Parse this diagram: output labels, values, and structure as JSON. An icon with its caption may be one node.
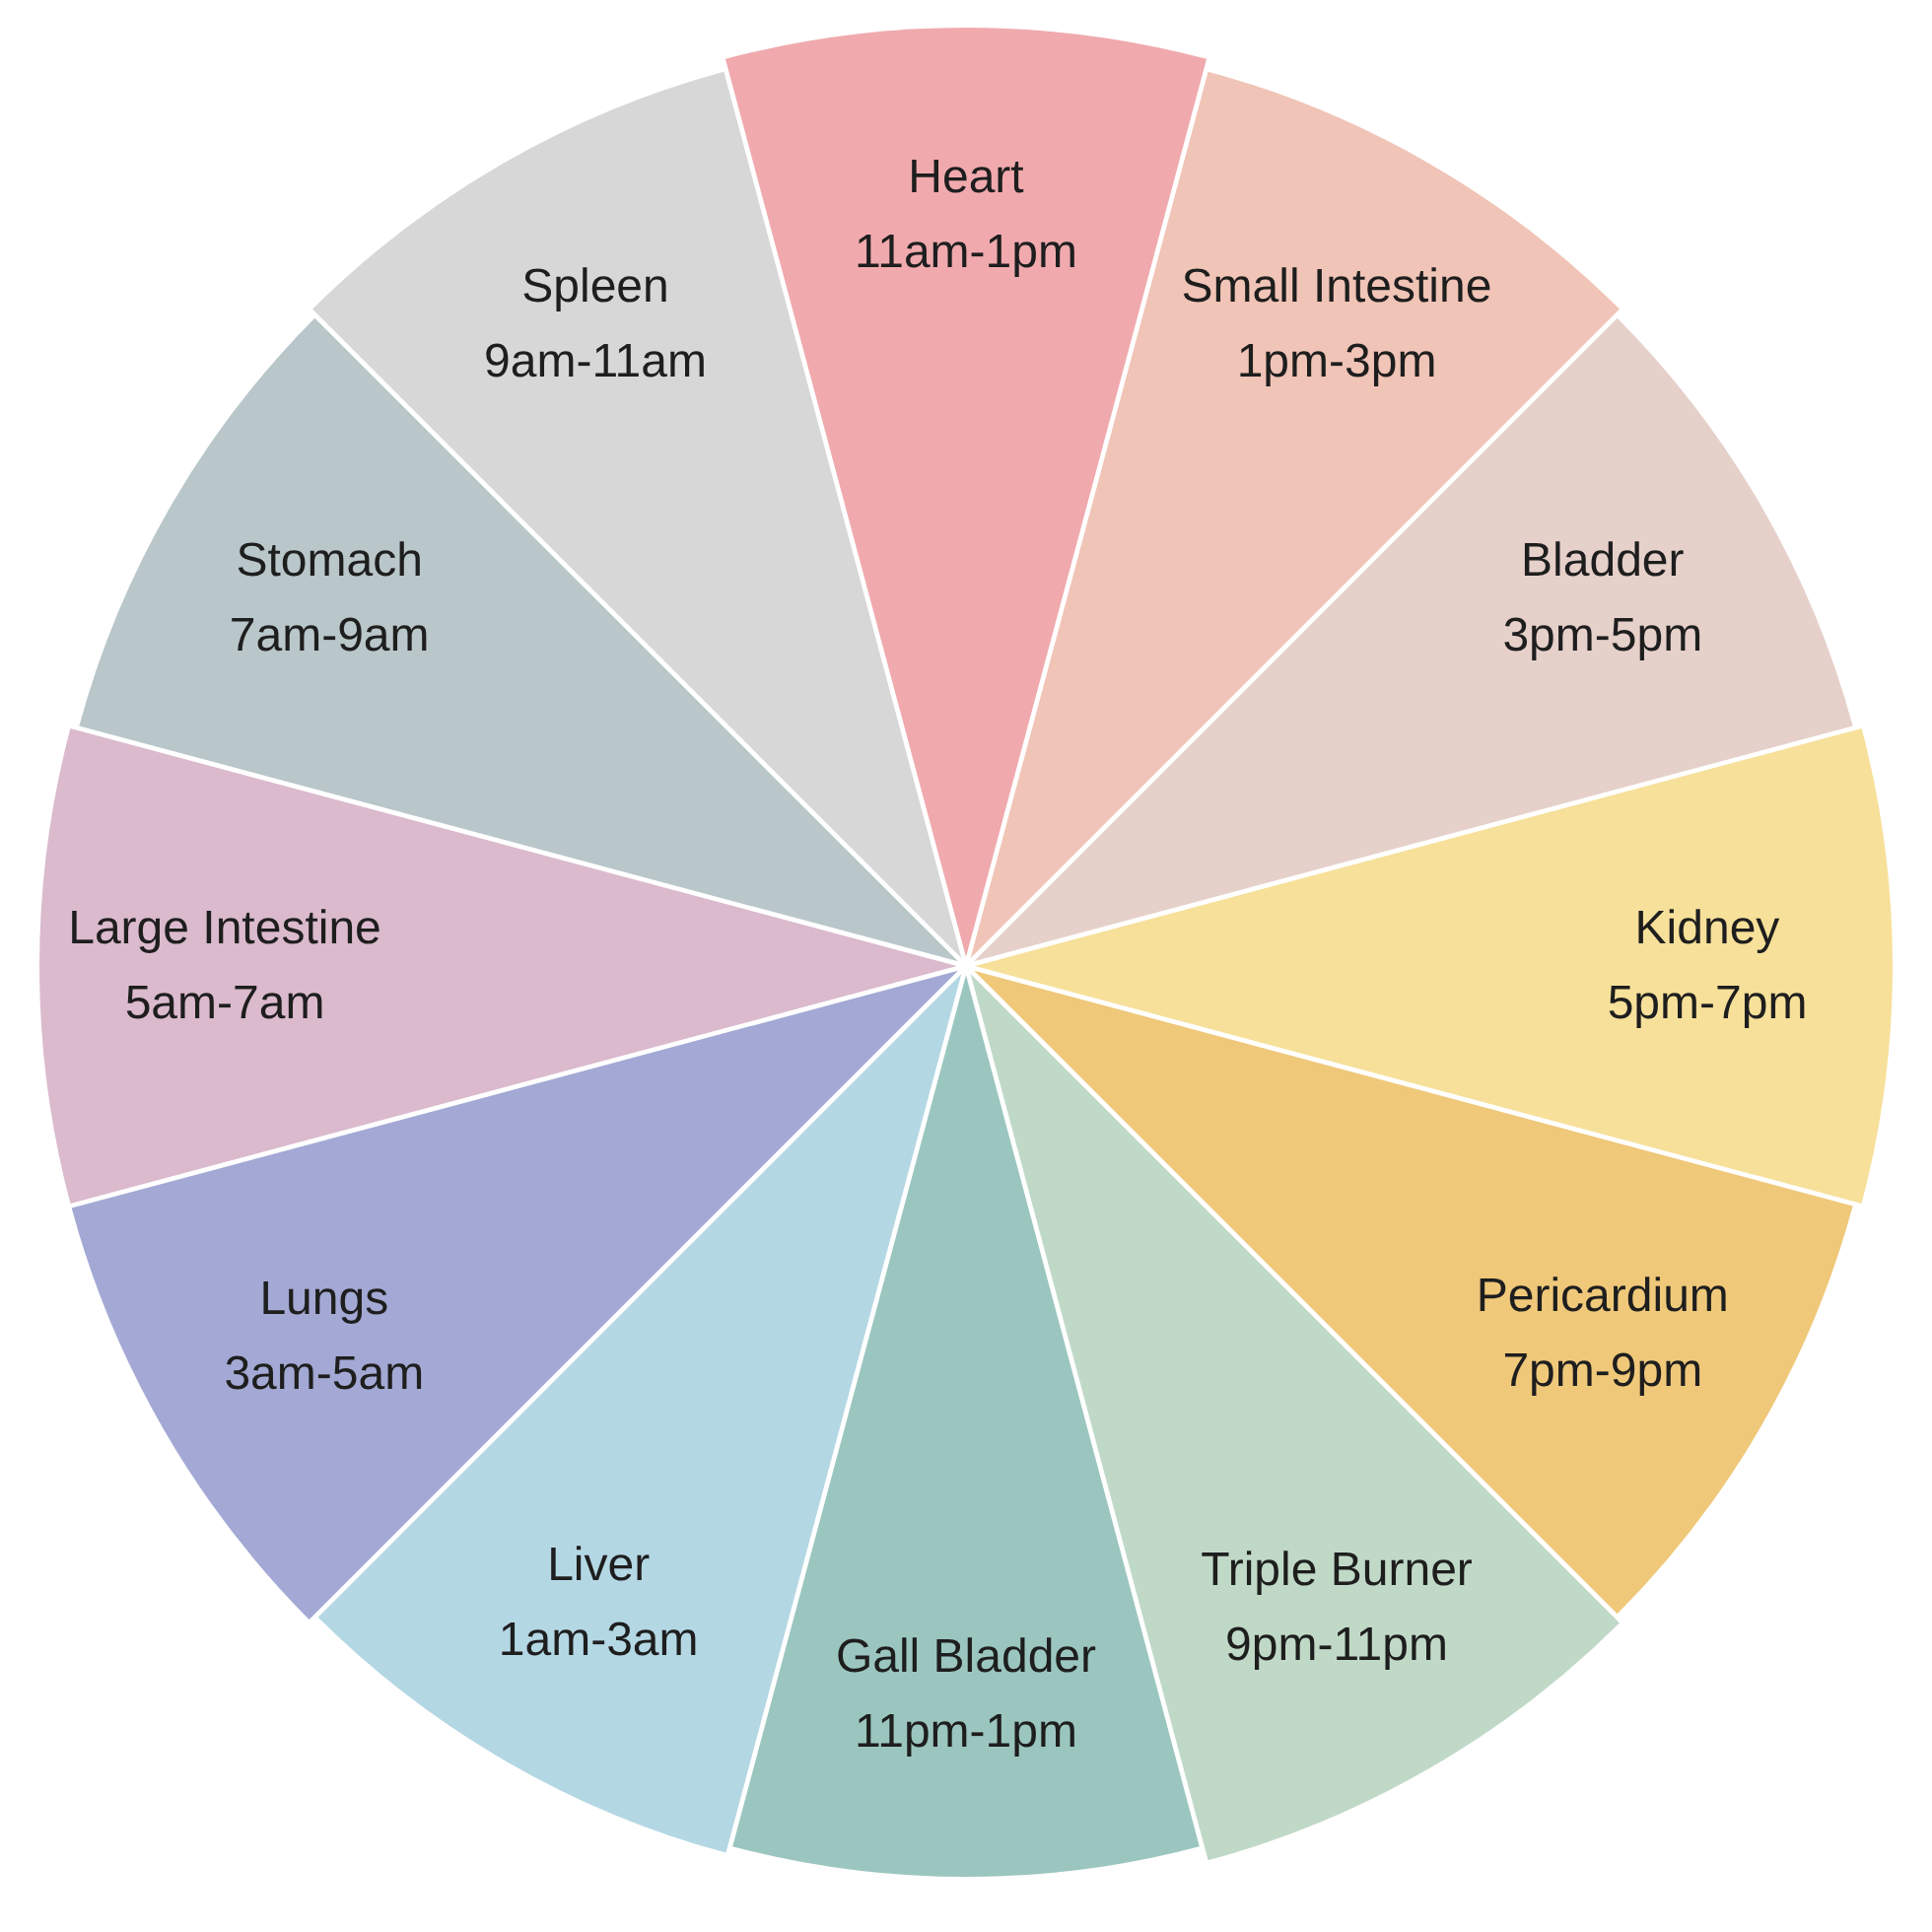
{
  "diagram": {
    "nodes": [
      {
        "text": [
          "Heart",
          "11am-1pm"
        ]
      },
      {
        "text": [
          "Small Intestine",
          "1pm-3pm"
        ]
      },
      {
        "text": [
          "Bladder",
          "3pm-5pm"
        ]
      },
      {
        "text": [
          "Kidney",
          "5pm-7pm"
        ]
      },
      {
        "text": [
          "Pericardium",
          "7pm-9pm"
        ]
      },
      {
        "text": [
          "Triple Burner",
          "9pm-11pm"
        ]
      },
      {
        "text": [
          "Gall Bladder",
          "11pm-1pm"
        ]
      },
      {
        "text": [
          "Liver",
          "1am-3am"
        ]
      },
      {
        "text": [
          "Lungs",
          "3am-5am"
        ]
      },
      {
        "text": [
          "Large Intestine",
          "5am-7am"
        ]
      },
      {
        "text": [
          "Stomach",
          "7am-9am"
        ]
      },
      {
        "text": [
          "Spleen",
          "9am-11am"
        ]
      }
    ]
  }
}
